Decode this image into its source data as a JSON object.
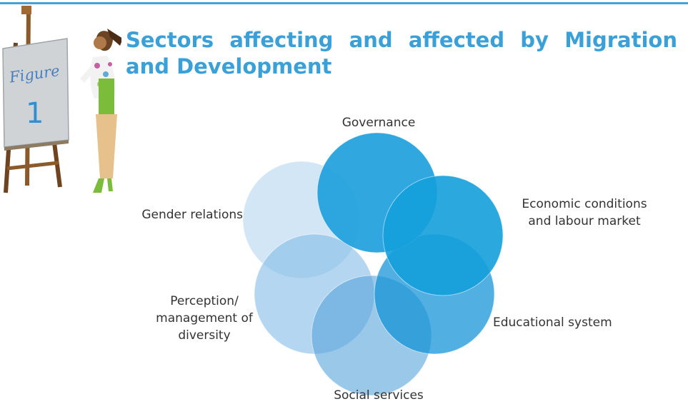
{
  "figure": {
    "word": "Figure",
    "number": "1"
  },
  "title": "Sectors affecting and affected by Migration and Development",
  "colors": {
    "accent": "#3ba0d8",
    "rule": "#4d9dd6"
  },
  "sectors": [
    {
      "id": "governance",
      "label": "Governance",
      "color": "#1ea0dc",
      "opacity": 0.92
    },
    {
      "id": "economic",
      "label": "Economic conditions\nand labour market",
      "color": "#14a0dc",
      "opacity": 0.9
    },
    {
      "id": "educational",
      "label": "Educational system",
      "color": "#0f90d6",
      "opacity": 0.72
    },
    {
      "id": "social",
      "label": "Social services",
      "color": "#5aa6dc",
      "opacity": 0.62
    },
    {
      "id": "perception",
      "label": "Perception/\nmanagement of\ndiversity",
      "color": "#86bde6",
      "opacity": 0.62
    },
    {
      "id": "gender",
      "label": "Gender relations",
      "color": "#bcd9f1",
      "opacity": 0.65
    }
  ]
}
